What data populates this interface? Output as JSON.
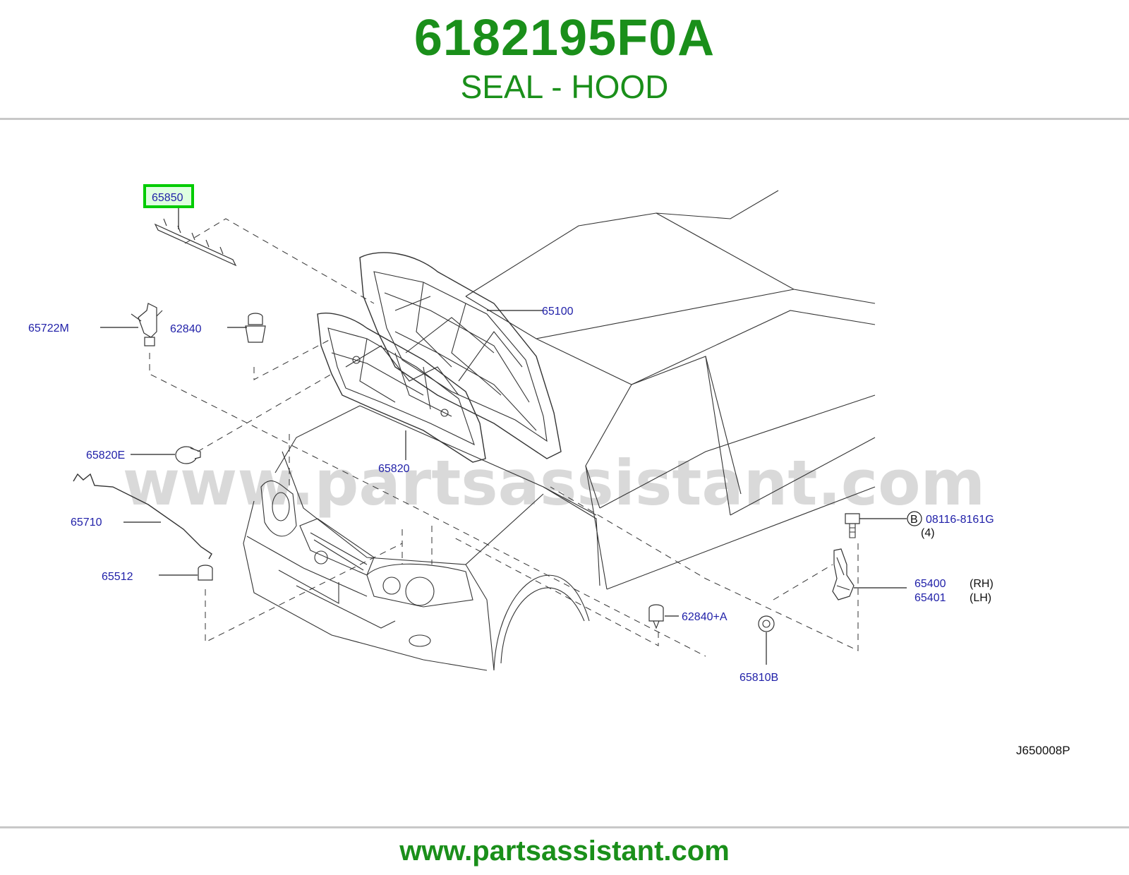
{
  "header": {
    "part_number": "6182195F0A",
    "part_name": "SEAL - HOOD"
  },
  "watermark": "www.partsassistant.com",
  "footer": {
    "url": "www.partsassistant.com"
  },
  "diagram_code": "J650008P",
  "highlight_color": "#00cc00",
  "labels": {
    "p65850": "65850",
    "p65100": "65100",
    "p65722M": "65722M",
    "p62840": "62840",
    "p65820E": "65820E",
    "p65820": "65820",
    "p65710": "65710",
    "p65512": "65512",
    "bolt_marker": "B",
    "bolt_part": "08116-8161G",
    "bolt_qty": "(4)",
    "p65400": "65400",
    "p65400_side": "(RH)",
    "p65401": "65401",
    "p65401_side": "(LH)",
    "p62840A": "62840+A",
    "p65810B": "65810B"
  }
}
